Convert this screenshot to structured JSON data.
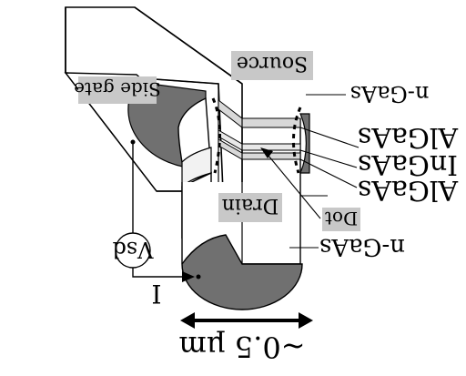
{
  "labels": {
    "side_gate": "Side gate",
    "source": "Source",
    "drain": "Drain",
    "dot": "Dot",
    "vsd": "Vsd",
    "current": "I",
    "scale": "~0.5 µm",
    "layer_top_ngaas": "n-GaAs",
    "layer_algaas_1": "AlGaAs",
    "layer_ingaas": "InGaAs",
    "layer_algaas_2": "AlGaAs",
    "layer_bottom_ngaas": "n-GaAs"
  },
  "colors": {
    "gate_fill": "#707070",
    "label_box": "#c8c8c8",
    "line": "#000000",
    "background": "#ffffff",
    "layer_band": "#d8d8d8"
  },
  "orientation": "rotated-180"
}
